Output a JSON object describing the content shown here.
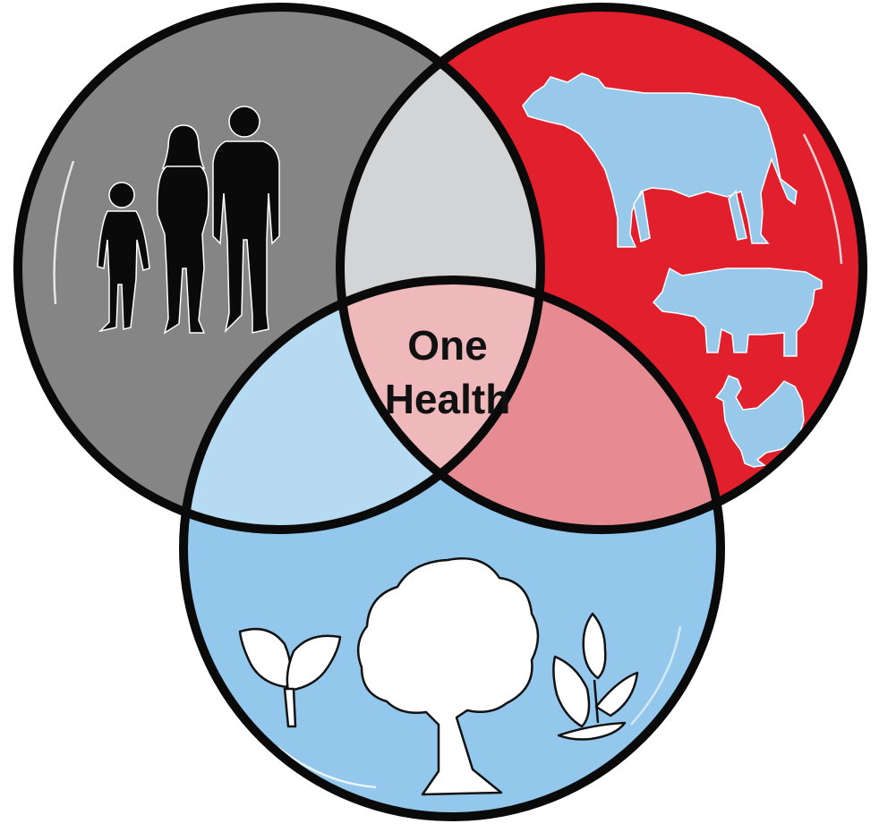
{
  "center_label": {
    "line1": "One",
    "line2": "Health"
  },
  "sets": [
    {
      "key": "humans",
      "icon": "people-icon",
      "color": "#858586"
    },
    {
      "key": "animals",
      "icon": "livestock-icon",
      "color": "#e21f2c"
    },
    {
      "key": "environment",
      "icon": "plants-icon",
      "color": "#93c8ec"
    }
  ],
  "overlaps": {
    "humans_animals": "#d3d4d6",
    "humans_environment": "#b6daf1",
    "animals_environment": "#e68b91",
    "all_three": "#efb8bb"
  },
  "silhouette_colors": {
    "people": "#0a0a0a",
    "animals": "#98c9ea",
    "plants": "#ffffff"
  }
}
